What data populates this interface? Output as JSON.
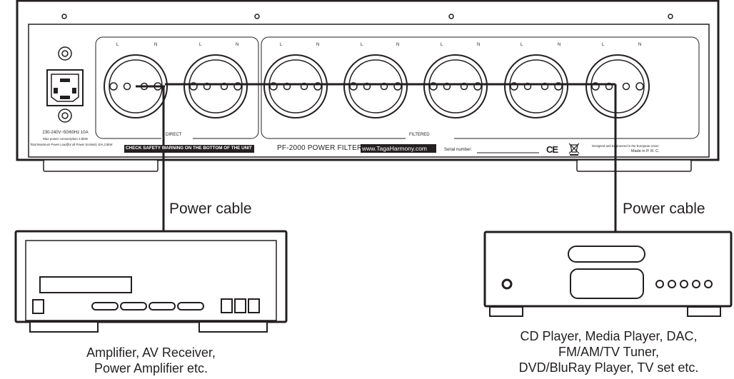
{
  "panel": {
    "rating_line1": "230-240V~50/60Hz 10A",
    "rating_line2": "Max power consumption 2.5kW",
    "rating_line3": "Total Maximum Power Load(for all Power Sockets) 10A,2.5kW",
    "group_direct": "DIRECT",
    "group_filtered": "FILTERED",
    "socket_L": "L",
    "socket_N": "N",
    "warning": "CHECK SAFETY WARNING ON THE BOTTOM OF THE UNIT",
    "model": "PF-2000 POWER FILTER",
    "website": "www.TagaHarmony.com",
    "serial_label": "Serial number:",
    "ce_mark": "CE",
    "designed_line1": "Designed and Engineered in the European Union",
    "designed_line2": "Made in P. R. C."
  },
  "cables": {
    "left_label": "Power cable",
    "right_label": "Power cable"
  },
  "devices": {
    "left_caption_line1": "Amplifier, AV Receiver,",
    "left_caption_line2": "Power Amplifier etc.",
    "right_caption_line1": "CD Player, Media Player, DAC,",
    "right_caption_line2": "FM/AM/TV Tuner,",
    "right_caption_line3": "DVD/BluRay Player, TV set etc."
  }
}
